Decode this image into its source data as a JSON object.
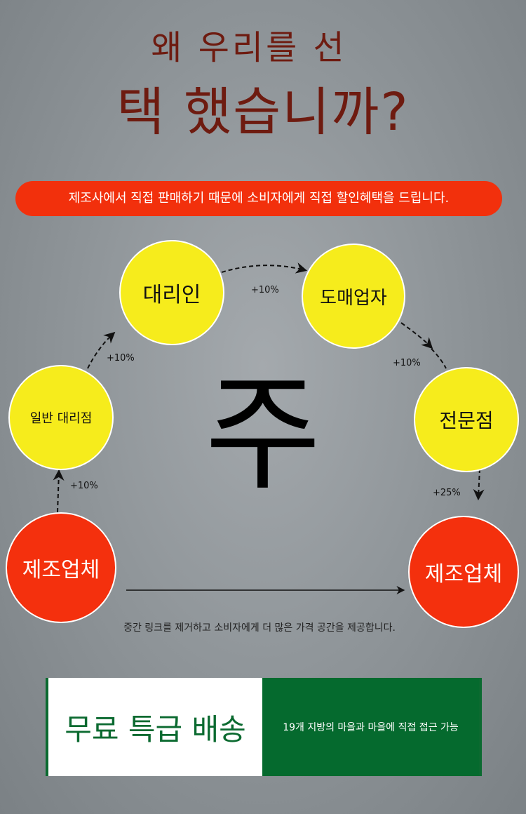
{
  "title": {
    "line1": "왜 우리를 선",
    "line2": "택 했습니까?"
  },
  "banner": "제조사에서 직접 판매하기 때문에 소비자에게 직접 할인혜택을 드립니다.",
  "nodes": {
    "manufacturer_left": "제조업체",
    "general_agent": "일반 대리점",
    "agent": "대리인",
    "wholesaler": "도매업자",
    "specialty_store": "전문점",
    "manufacturer_right": "제조업체"
  },
  "markups": {
    "mfr_to_general": "+10%",
    "general_to_agent": "+10%",
    "agent_to_wholesaler": "+10%",
    "wholesaler_to_specialty": "+10%",
    "specialty_to_mfr": "+25%"
  },
  "center_char": "주",
  "caption": "중간 링크를 제거하고 소비자에게 더 많은 가격 공간을 제공합니다.",
  "shipping": {
    "title": "무료 특급 배송",
    "detail": "19개 지방의 마을과 마을에 직접 접근 가능"
  }
}
